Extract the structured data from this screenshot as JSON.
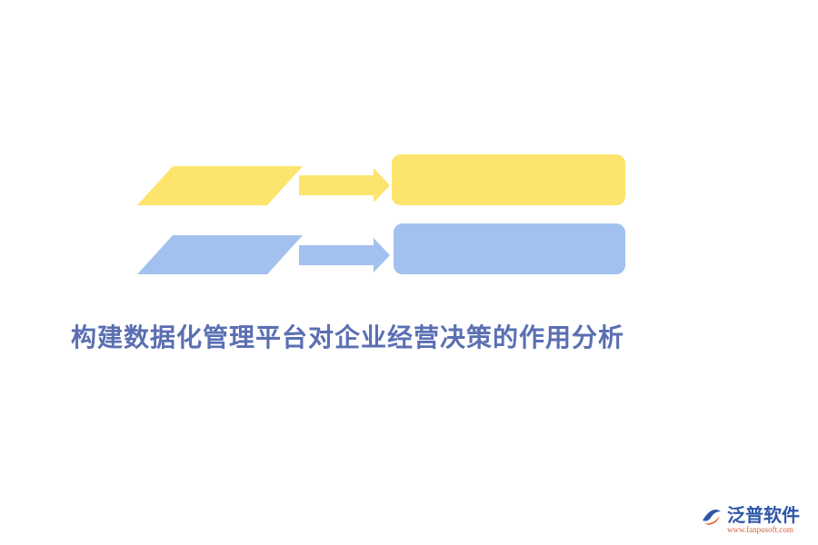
{
  "diagram": {
    "title": "构建数据化管理平台对企业经营决策的作用分析",
    "rows": [
      {
        "color": "#fde46c"
      },
      {
        "color": "#a2c1ee"
      }
    ]
  },
  "logo": {
    "name": "泛普软件",
    "url": "www.fanpusoft.com"
  }
}
